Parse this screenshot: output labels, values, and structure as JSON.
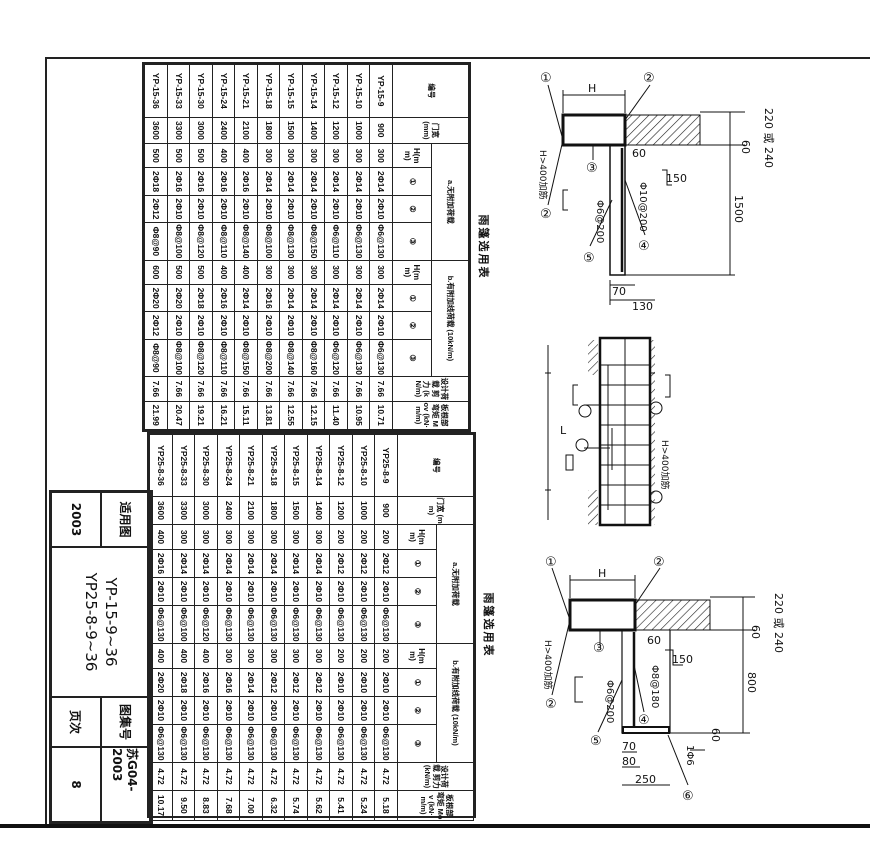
{
  "table1": {
    "title": "雨篷选用表",
    "headers": {
      "code": "编号",
      "door_width": "门宽 (mm)",
      "group_a": "a.无附加荷载",
      "group_b": "b.有附加线荷载 (10kN/m)",
      "shear": "设计荷载 剪力 (kN/m)",
      "moment": "板根部弯矩 Mov (kN·m/m)",
      "h": "H(mm)",
      "r1": "①",
      "r2": "②",
      "r3": "③"
    },
    "rows": [
      [
        "YP-15-9",
        "900",
        "300",
        "2Φ14",
        "2Φ10",
        "Φ6@130",
        "300",
        "2Φ14",
        "2Φ10",
        "Φ6@130",
        "7.66",
        "10.71"
      ],
      [
        "YP-15-10",
        "1000",
        "300",
        "2Φ14",
        "2Φ10",
        "Φ6@130",
        "300",
        "2Φ14",
        "2Φ10",
        "Φ6@130",
        "7.66",
        "10.95"
      ],
      [
        "YP-15-12",
        "1200",
        "300",
        "2Φ14",
        "2Φ10",
        "Φ6@110",
        "300",
        "2Φ14",
        "2Φ10",
        "Φ6@120",
        "7.66",
        "11.40"
      ],
      [
        "YP-15-14",
        "1400",
        "300",
        "2Φ14",
        "2Φ10",
        "Φ8@150",
        "300",
        "2Φ14",
        "2Φ10",
        "Φ8@160",
        "7.66",
        "12.15"
      ],
      [
        "YP-15-15",
        "1500",
        "300",
        "2Φ14",
        "2Φ10",
        "Φ8@130",
        "300",
        "2Φ14",
        "2Φ10",
        "Φ8@140",
        "7.66",
        "12.55"
      ],
      [
        "YP-15-18",
        "1800",
        "300",
        "2Φ14",
        "2Φ10",
        "Φ8@100",
        "300",
        "2Φ16",
        "2Φ10",
        "Φ8@200",
        "7.66",
        "13.81"
      ],
      [
        "YP-15-21",
        "2100",
        "400",
        "2Φ16",
        "2Φ10",
        "Φ8@140",
        "400",
        "2Φ14",
        "2Φ10",
        "Φ8@150",
        "7.66",
        "15.11"
      ],
      [
        "YP-15-24",
        "2400",
        "400",
        "2Φ16",
        "2Φ10",
        "Φ8@110",
        "400",
        "2Φ16",
        "2Φ10",
        "Φ8@110",
        "7.66",
        "16.21"
      ],
      [
        "YP-15-30",
        "3000",
        "500",
        "2Φ16",
        "2Φ10",
        "Φ8@120",
        "500",
        "2Φ18",
        "2Φ10",
        "Φ8@120",
        "7.66",
        "19.21"
      ],
      [
        "YP-15-33",
        "3300",
        "500",
        "2Φ16",
        "2Φ10",
        "Φ8@100",
        "500",
        "2Φ20",
        "2Φ10",
        "Φ8@100",
        "7.66",
        "20.47"
      ],
      [
        "YP-15-36",
        "3600",
        "500",
        "2Φ18",
        "2Φ12",
        "Φ8@90",
        "600",
        "2Φ20",
        "2Φ12",
        "Φ8@90",
        "7.66",
        "21.99"
      ]
    ]
  },
  "table2": {
    "title": "雨篷选用表",
    "headers": {
      "code": "编号",
      "door_width": "门宽 (mm)",
      "group_a": "a.无附加荷载",
      "group_b": "b.有附加线荷载 (10kN/m)",
      "shear": "设计荷载 剪力 (kN/m)",
      "moment": "板根部弯矩 Mov (kN·m/m)",
      "h": "H(mm)",
      "r1": "①",
      "r2": "②",
      "r3": "③"
    },
    "rows": [
      [
        "YP25-8-9",
        "900",
        "200",
        "2Φ12",
        "2Φ10",
        "Φ6@130",
        "200",
        "2Φ10",
        "2Φ10",
        "Φ6@130",
        "4.72",
        "5.18"
      ],
      [
        "YP25-8-10",
        "1000",
        "200",
        "2Φ12",
        "2Φ10",
        "Φ6@130",
        "200",
        "2Φ10",
        "2Φ10",
        "Φ6@130",
        "4.72",
        "5.24"
      ],
      [
        "YP25-8-12",
        "1200",
        "200",
        "2Φ12",
        "2Φ10",
        "Φ6@130",
        "200",
        "2Φ10",
        "2Φ10",
        "Φ6@130",
        "4.72",
        "5.41"
      ],
      [
        "YP25-8-14",
        "1400",
        "300",
        "2Φ14",
        "2Φ10",
        "Φ6@130",
        "300",
        "2Φ12",
        "2Φ10",
        "Φ6@130",
        "4.72",
        "5.62"
      ],
      [
        "YP25-8-15",
        "1500",
        "300",
        "2Φ14",
        "2Φ10",
        "Φ6@130",
        "300",
        "2Φ12",
        "2Φ10",
        "Φ6@130",
        "4.72",
        "5.74"
      ],
      [
        "YP25-8-18",
        "1800",
        "300",
        "2Φ14",
        "2Φ10",
        "Φ6@130",
        "300",
        "2Φ12",
        "2Φ10",
        "Φ6@130",
        "4.72",
        "6.32"
      ],
      [
        "YP25-8-21",
        "2100",
        "300",
        "2Φ14",
        "2Φ10",
        "Φ6@130",
        "300",
        "2Φ14",
        "2Φ10",
        "Φ6@130",
        "4.72",
        "7.00"
      ],
      [
        "YP25-8-24",
        "2400",
        "300",
        "2Φ14",
        "2Φ10",
        "Φ6@130",
        "300",
        "2Φ16",
        "2Φ10",
        "Φ6@130",
        "4.72",
        "7.68"
      ],
      [
        "YP25-8-30",
        "3000",
        "300",
        "2Φ14",
        "2Φ10",
        "Φ6@120",
        "400",
        "2Φ16",
        "2Φ10",
        "Φ6@130",
        "4.72",
        "8.83"
      ],
      [
        "YP25-8-33",
        "3300",
        "300",
        "2Φ14",
        "2Φ10",
        "Φ6@100",
        "400",
        "2Φ18",
        "2Φ10",
        "Φ6@130",
        "4.72",
        "9.50"
      ],
      [
        "YP25-8-36",
        "3600",
        "400",
        "2Φ16",
        "2Φ10",
        "Φ6@130",
        "400",
        "2Φ20",
        "2Φ10",
        "Φ6@130",
        "4.72",
        "10.17"
      ]
    ]
  },
  "title_block": {
    "applies_label": "适用图",
    "year": "2003",
    "applies_line1": "YP-15-9~36",
    "applies_line2": "YP25-8-9~36",
    "atlas_label": "图集号",
    "atlas_no": "苏G04-2003",
    "page_label": "页次",
    "page_no": "8"
  },
  "drawing1": {
    "h": "H",
    "wall": "220 或 240",
    "d60a": "60",
    "d60b": "60",
    "d150": "150",
    "span": "1500",
    "d70": "70",
    "d130": "130",
    "bar4": "Φ10@200",
    "bar5": "Φ6@200",
    "extra": "H>400加筋",
    "c1": "①",
    "c2": "②",
    "c3": "③",
    "c4": "④",
    "c5": "⑤",
    "c2b": "②"
  },
  "drawing2": {
    "extra": "H>400加筋",
    "mark": "L"
  },
  "drawing3": {
    "h": "H",
    "wall": "220 或 240",
    "d60a": "60",
    "d60b": "60",
    "d150": "150",
    "span": "800",
    "d60c": "60",
    "d70": "70",
    "d80": "80",
    "d250": "250",
    "bar4": "Φ8@180",
    "bar5": "Φ6@200",
    "bar6": "1Φ6",
    "extra": "H>400加筋",
    "c1": "①",
    "c2": "②",
    "c3": "③",
    "c4": "④",
    "c5": "⑤",
    "c6": "⑥",
    "c2b": "②"
  }
}
